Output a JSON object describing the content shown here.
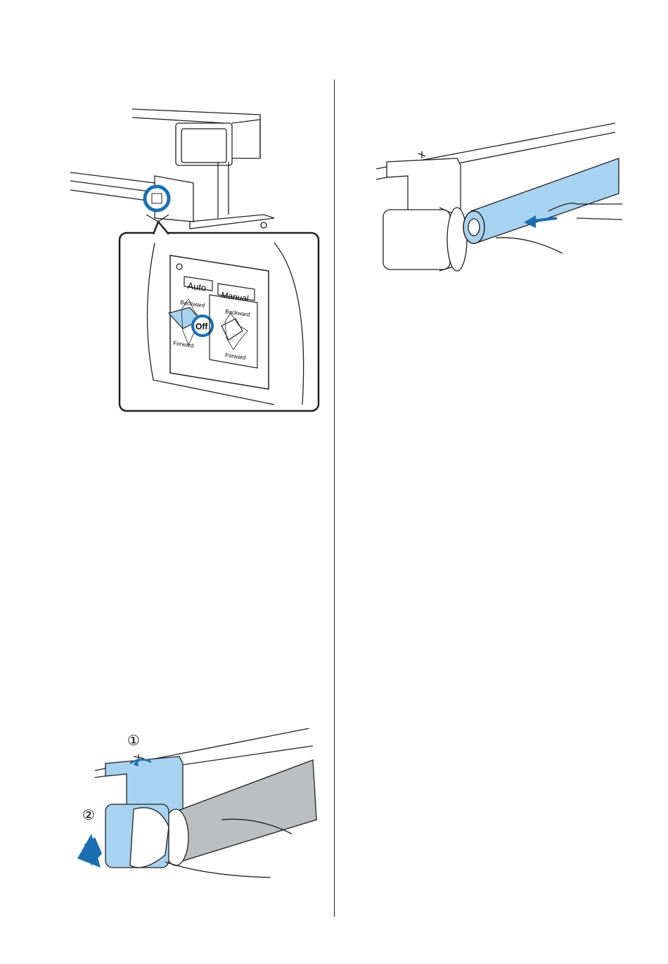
{
  "panel": {
    "auto_label": "Auto",
    "manual_label": "Manual",
    "auto_backward": "Backward",
    "auto_forward": "Forward",
    "off_label": "Off",
    "manual_backward": "Backward",
    "manual_forward": "Forward"
  },
  "steps": {
    "step1": "①",
    "step2": "②"
  },
  "colors": {
    "accent_blue": "#a7d3f1",
    "highlight_blue": "#1b6fb0",
    "line": "#231f20"
  }
}
